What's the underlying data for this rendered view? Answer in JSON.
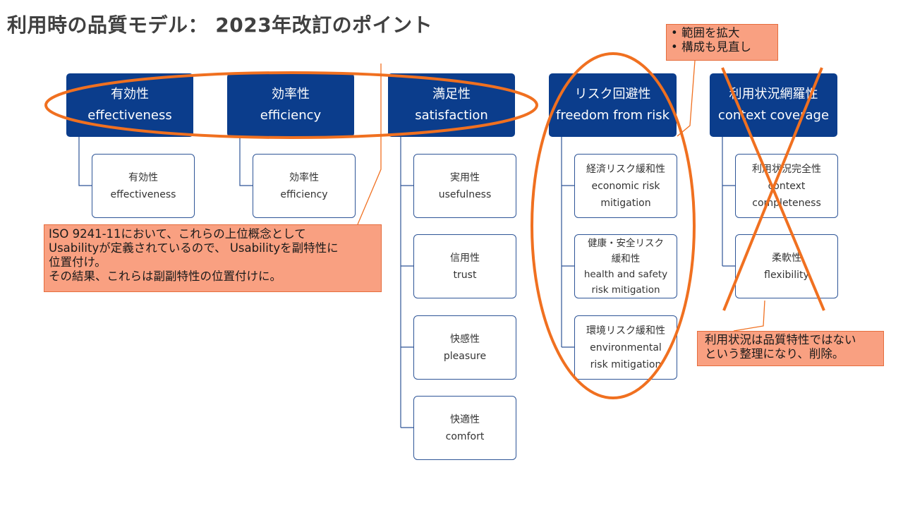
{
  "title": "利用時の品質モデル： 2023年改訂のポイント",
  "top_nodes": [
    {
      "ja": "有効性",
      "en": "effectiveness"
    },
    {
      "ja": "効率性",
      "en": "efficiency"
    },
    {
      "ja": "満足性",
      "en": "satisfaction"
    },
    {
      "ja": "リスク回避性",
      "en": "freedom from risk"
    },
    {
      "ja": "利用状況網羅性",
      "en": "context coverage"
    }
  ],
  "sub_effectiveness": [
    {
      "ja": "有効性",
      "en": "effectiveness"
    }
  ],
  "sub_efficiency": [
    {
      "ja": "効率性",
      "en": "efficiency"
    }
  ],
  "sub_satisfaction": [
    {
      "ja": "実用性",
      "en": "usefulness"
    },
    {
      "ja": "信用性",
      "en": "trust"
    },
    {
      "ja": "快感性",
      "en": "pleasure"
    },
    {
      "ja": "快適性",
      "en": "comfort"
    }
  ],
  "sub_risk": [
    {
      "l1": "経済リスク緩和性",
      "l2": "economic risk",
      "l3": "mitigation"
    },
    {
      "l1": "健康・安全リスク",
      "l2": "緩和性",
      "l3": "health and safety",
      "l4": "risk mitigation"
    },
    {
      "l1": "環境リスク緩和性",
      "l2": "environmental",
      "l3": "risk mitigation"
    }
  ],
  "sub_context": [
    {
      "l1": "利用状況完全性",
      "l2": "context",
      "l3": "completeness"
    },
    {
      "l1": "柔軟性",
      "l2": "flexibility"
    }
  ],
  "notes": {
    "scope": [
      "• 範囲を拡大",
      "• 構成も見直し"
    ],
    "usability": [
      "ISO 9241-11において、これらの上位概念として",
      "Usabilityが定義されているので、 Usabilityを副特性に",
      "位置付け。",
      "その結果、これらは副副特性の位置付けに。"
    ],
    "context_removed": [
      "利用状況は品質特性ではない",
      "という整理になり、削除。"
    ]
  },
  "colors": {
    "node_fill": "#0b3d8c",
    "node_border": "#2e5597",
    "highlight": "#f07020",
    "note_fill": "#f9a081"
  }
}
